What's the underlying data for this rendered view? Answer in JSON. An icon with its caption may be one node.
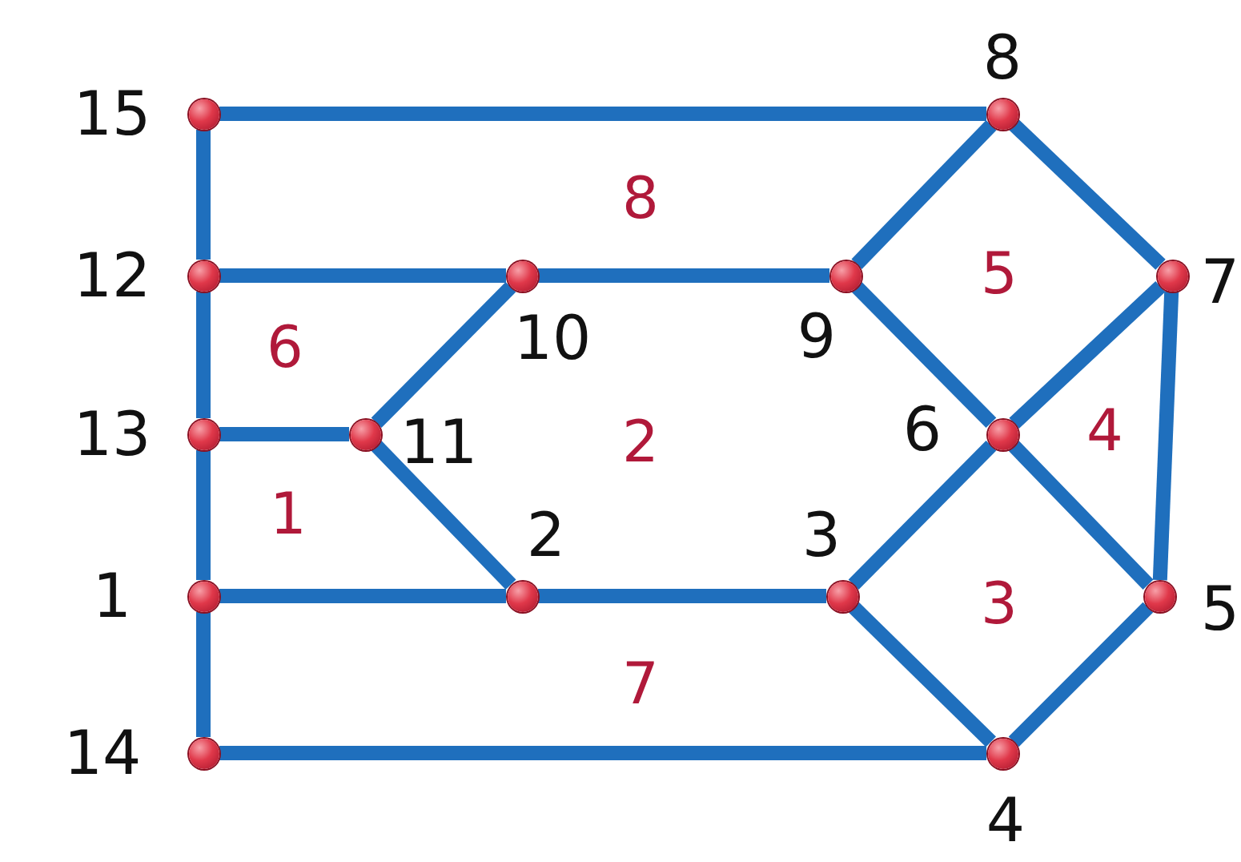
{
  "diagram": {
    "nodes": [
      {
        "text": [],
        "shape": "circle",
        "beside": [
          "15"
        ]
      },
      {
        "text": [],
        "shape": "circle",
        "beside": [
          "8"
        ]
      },
      {
        "text": [],
        "shape": "circle",
        "beside": [
          "12"
        ]
      },
      {
        "text": [],
        "shape": "circle",
        "beside": [
          "10"
        ]
      },
      {
        "text": [],
        "shape": "circle",
        "beside": [
          "9"
        ]
      },
      {
        "text": [],
        "shape": "circle",
        "beside": [
          "7"
        ]
      },
      {
        "text": [],
        "shape": "circle",
        "beside": [
          "13"
        ]
      },
      {
        "text": [],
        "shape": "circle",
        "beside": [
          "11"
        ]
      },
      {
        "text": [],
        "shape": "circle",
        "beside": [
          "6"
        ]
      },
      {
        "text": [],
        "shape": "circle",
        "beside": [
          "1"
        ]
      },
      {
        "text": [],
        "shape": "circle",
        "beside": [
          "2"
        ]
      },
      {
        "text": [],
        "shape": "circle",
        "beside": [
          "3"
        ]
      },
      {
        "text": [],
        "shape": "circle",
        "beside": [
          "5"
        ]
      },
      {
        "text": [],
        "shape": "circle",
        "beside": [
          "14"
        ]
      },
      {
        "text": [],
        "shape": "circle",
        "beside": [
          "4"
        ]
      }
    ],
    "edges": [
      {
        "from": 0,
        "to": 1,
        "arrow": "none"
      },
      {
        "from": 0,
        "to": 2,
        "arrow": "none"
      },
      {
        "from": 2,
        "to": 6,
        "arrow": "none"
      },
      {
        "from": 6,
        "to": 9,
        "arrow": "none"
      },
      {
        "from": 9,
        "to": 13,
        "arrow": "none"
      },
      {
        "from": 2,
        "to": 3,
        "arrow": "none"
      },
      {
        "from": 3,
        "to": 4,
        "arrow": "none"
      },
      {
        "from": 4,
        "to": 1,
        "arrow": "none"
      },
      {
        "from": 1,
        "to": 5,
        "arrow": "none"
      },
      {
        "from": 3,
        "to": 7,
        "arrow": "none"
      },
      {
        "from": 6,
        "to": 7,
        "arrow": "none"
      },
      {
        "from": 7,
        "to": 10,
        "arrow": "none"
      },
      {
        "from": 9,
        "to": 10,
        "arrow": "none"
      },
      {
        "from": 10,
        "to": 11,
        "arrow": "none"
      },
      {
        "from": 4,
        "to": 8,
        "arrow": "none"
      },
      {
        "from": 8,
        "to": 5,
        "arrow": "none"
      },
      {
        "from": 5,
        "to": 12,
        "arrow": "none"
      },
      {
        "from": 8,
        "to": 12,
        "arrow": "none"
      },
      {
        "from": 11,
        "to": 8,
        "arrow": "none"
      },
      {
        "from": 11,
        "to": 14,
        "arrow": "none"
      },
      {
        "from": 14,
        "to": 12,
        "arrow": "none"
      },
      {
        "from": 13,
        "to": 14,
        "arrow": "none"
      }
    ],
    "labels": [
      "8",
      "5",
      "6",
      "2",
      "4",
      "1",
      "3",
      "7"
    ]
  }
}
